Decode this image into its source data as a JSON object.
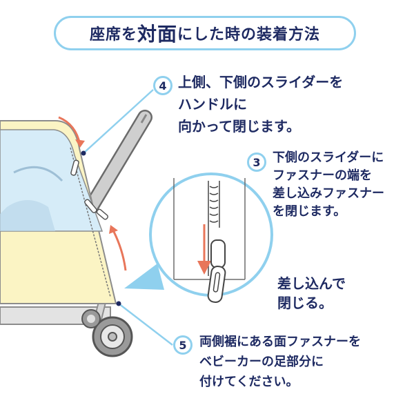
{
  "title": {
    "prefix": "座席を",
    "emphasis": "対面",
    "suffix": "にした時の装着方法"
  },
  "steps": [
    {
      "number": "4",
      "lines": [
        "上側、下側のスライダーを",
        "ハンドルに",
        "向かって閉じます。"
      ]
    },
    {
      "number": "3",
      "lines": [
        "下側のスライダーに",
        "ファスナーの端を",
        "差し込みファスナー",
        "を閉じます。"
      ]
    },
    {
      "number": "5",
      "lines": [
        "両側裾にある面ファスナーを",
        "ベビーカーの足部分に",
        "付けてください。"
      ]
    }
  ],
  "zoom_caption": [
    "差し込んで",
    "閉じる。"
  ],
  "colors": {
    "navy": "#1e2a62",
    "light_blue": "#8fd0ee",
    "cover_yellow": "#fbf4c4",
    "cover_window": "#d6ecf8",
    "arrow_red": "#e8765a",
    "frame_gray": "#c9c9c9"
  }
}
